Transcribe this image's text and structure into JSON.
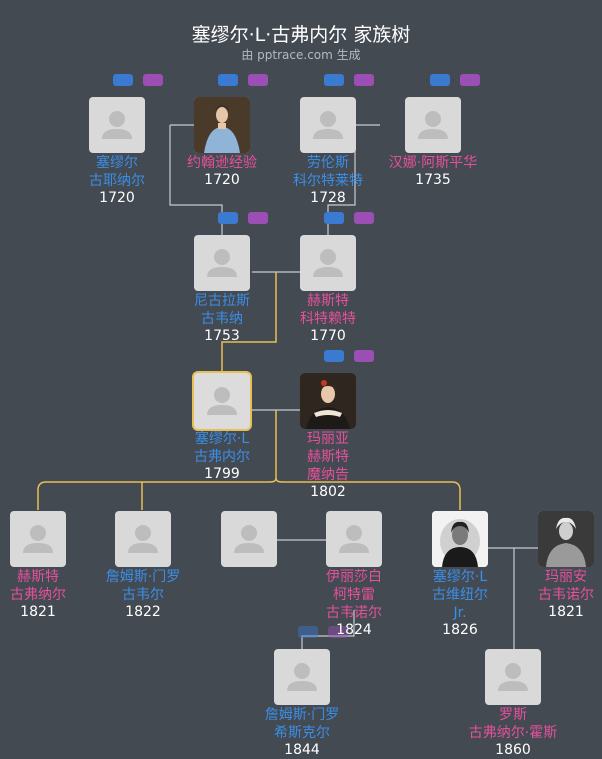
{
  "header": {
    "title": "塞缪尔·L·古弗内尔 家族树",
    "subtitle": "由 pptrace.com 生成"
  },
  "people": {
    "p1": {
      "name": [
        "塞缪尔",
        "古耶纳尔"
      ],
      "year": "1720",
      "gender": "m"
    },
    "p2": {
      "name": [
        "约翰逊经验"
      ],
      "year": "1720",
      "gender": "f"
    },
    "p3": {
      "name": [
        "劳伦斯",
        "科尔特莱特"
      ],
      "year": "1728",
      "gender": "m"
    },
    "p4": {
      "name": [
        "汉娜·阿斯平华"
      ],
      "year": "1735",
      "gender": "f"
    },
    "p5": {
      "name": [
        "尼古拉斯",
        "古韦纳"
      ],
      "year": "1753",
      "gender": "m"
    },
    "p6": {
      "name": [
        "赫斯特",
        "科特赖特"
      ],
      "year": "1770",
      "gender": "f"
    },
    "p7": {
      "name": [
        "塞缪尔·L",
        "古弗内尔"
      ],
      "year": "1799",
      "gender": "m"
    },
    "p8": {
      "name": [
        "玛丽亚",
        "赫斯特",
        "魔纳告"
      ],
      "year": "1802",
      "gender": "f"
    },
    "p9": {
      "name": [
        "赫斯特",
        "古弗纳尔"
      ],
      "year": "1821",
      "gender": "f"
    },
    "p10": {
      "name": [
        "詹姆斯·门罗",
        "古韦尔"
      ],
      "year": "1822",
      "gender": "m"
    },
    "p11": {
      "name": [],
      "year": "",
      "gender": "m"
    },
    "p12": {
      "name": [
        "伊丽莎白",
        "柯特雷",
        "古韦诺尔"
      ],
      "year": "1824",
      "gender": "f"
    },
    "p13": {
      "name": [
        "塞缪尔·L",
        "古维纽尔",
        "Jr."
      ],
      "year": "1826",
      "gender": "m"
    },
    "p14": {
      "name": [
        "玛丽安",
        "古韦诺尔"
      ],
      "year": "1821",
      "gender": "f"
    },
    "p15": {
      "name": [
        "詹姆斯·门罗",
        "希斯克尔"
      ],
      "year": "1844",
      "gender": "m"
    },
    "p16": {
      "name": [
        "罗斯",
        "古弗纳尔·霍斯"
      ],
      "year": "1860",
      "gender": "f"
    }
  }
}
